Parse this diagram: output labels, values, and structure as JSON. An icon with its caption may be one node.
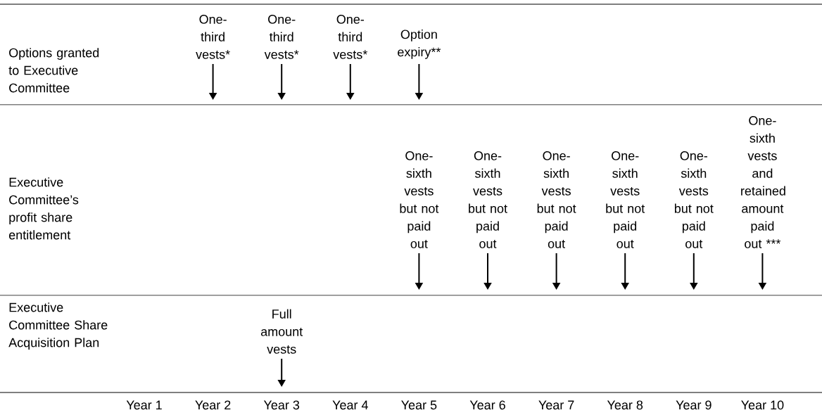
{
  "diagram": {
    "nodes": [
      {
        "text": [
          "One-third vests*"
        ]
      },
      {
        "text": [
          "One-third vests*"
        ]
      },
      {
        "text": [
          "One-third vests*"
        ]
      },
      {
        "text": [
          "Option expiry**"
        ]
      },
      {
        "text": [
          "One-sixth vests but not paid out"
        ]
      },
      {
        "text": [
          "One-sixth vests but not paid out"
        ]
      },
      {
        "text": [
          "One-sixth vests but not paid out"
        ]
      },
      {
        "text": [
          "One-sixth vests but not paid out"
        ]
      },
      {
        "text": [
          "One-sixth vests but not paid out"
        ]
      },
      {
        "text": [
          "One-sixth vests and retained amount paid out ***"
        ]
      },
      {
        "text": [
          "Full amount vests"
        ]
      }
    ],
    "edges": [
      {
        "from": 0,
        "to": null,
        "arrow": "to"
      },
      {
        "from": 1,
        "to": null,
        "arrow": "to"
      },
      {
        "from": 2,
        "to": null,
        "arrow": "to"
      },
      {
        "from": 3,
        "to": null,
        "arrow": "to"
      },
      {
        "from": 4,
        "to": null,
        "arrow": "to"
      },
      {
        "from": 5,
        "to": null,
        "arrow": "to"
      },
      {
        "from": 6,
        "to": null,
        "arrow": "to"
      },
      {
        "from": 7,
        "to": null,
        "arrow": "to"
      },
      {
        "from": 8,
        "to": null,
        "arrow": "to"
      },
      {
        "from": 9,
        "to": null,
        "arrow": "to"
      },
      {
        "from": 10,
        "to": null,
        "arrow": "to"
      }
    ],
    "labels": [
      "Options granted to Executive Committee",
      "Executive Committee’s profit share entitlement",
      "Executive Committee Share Acquisition Plan",
      "Year 1",
      "Year 2",
      "Year 3",
      "Year 4",
      "Year 5",
      "Year 6",
      "Year 7",
      "Year 8",
      "Year 9",
      "Year 10"
    ]
  }
}
